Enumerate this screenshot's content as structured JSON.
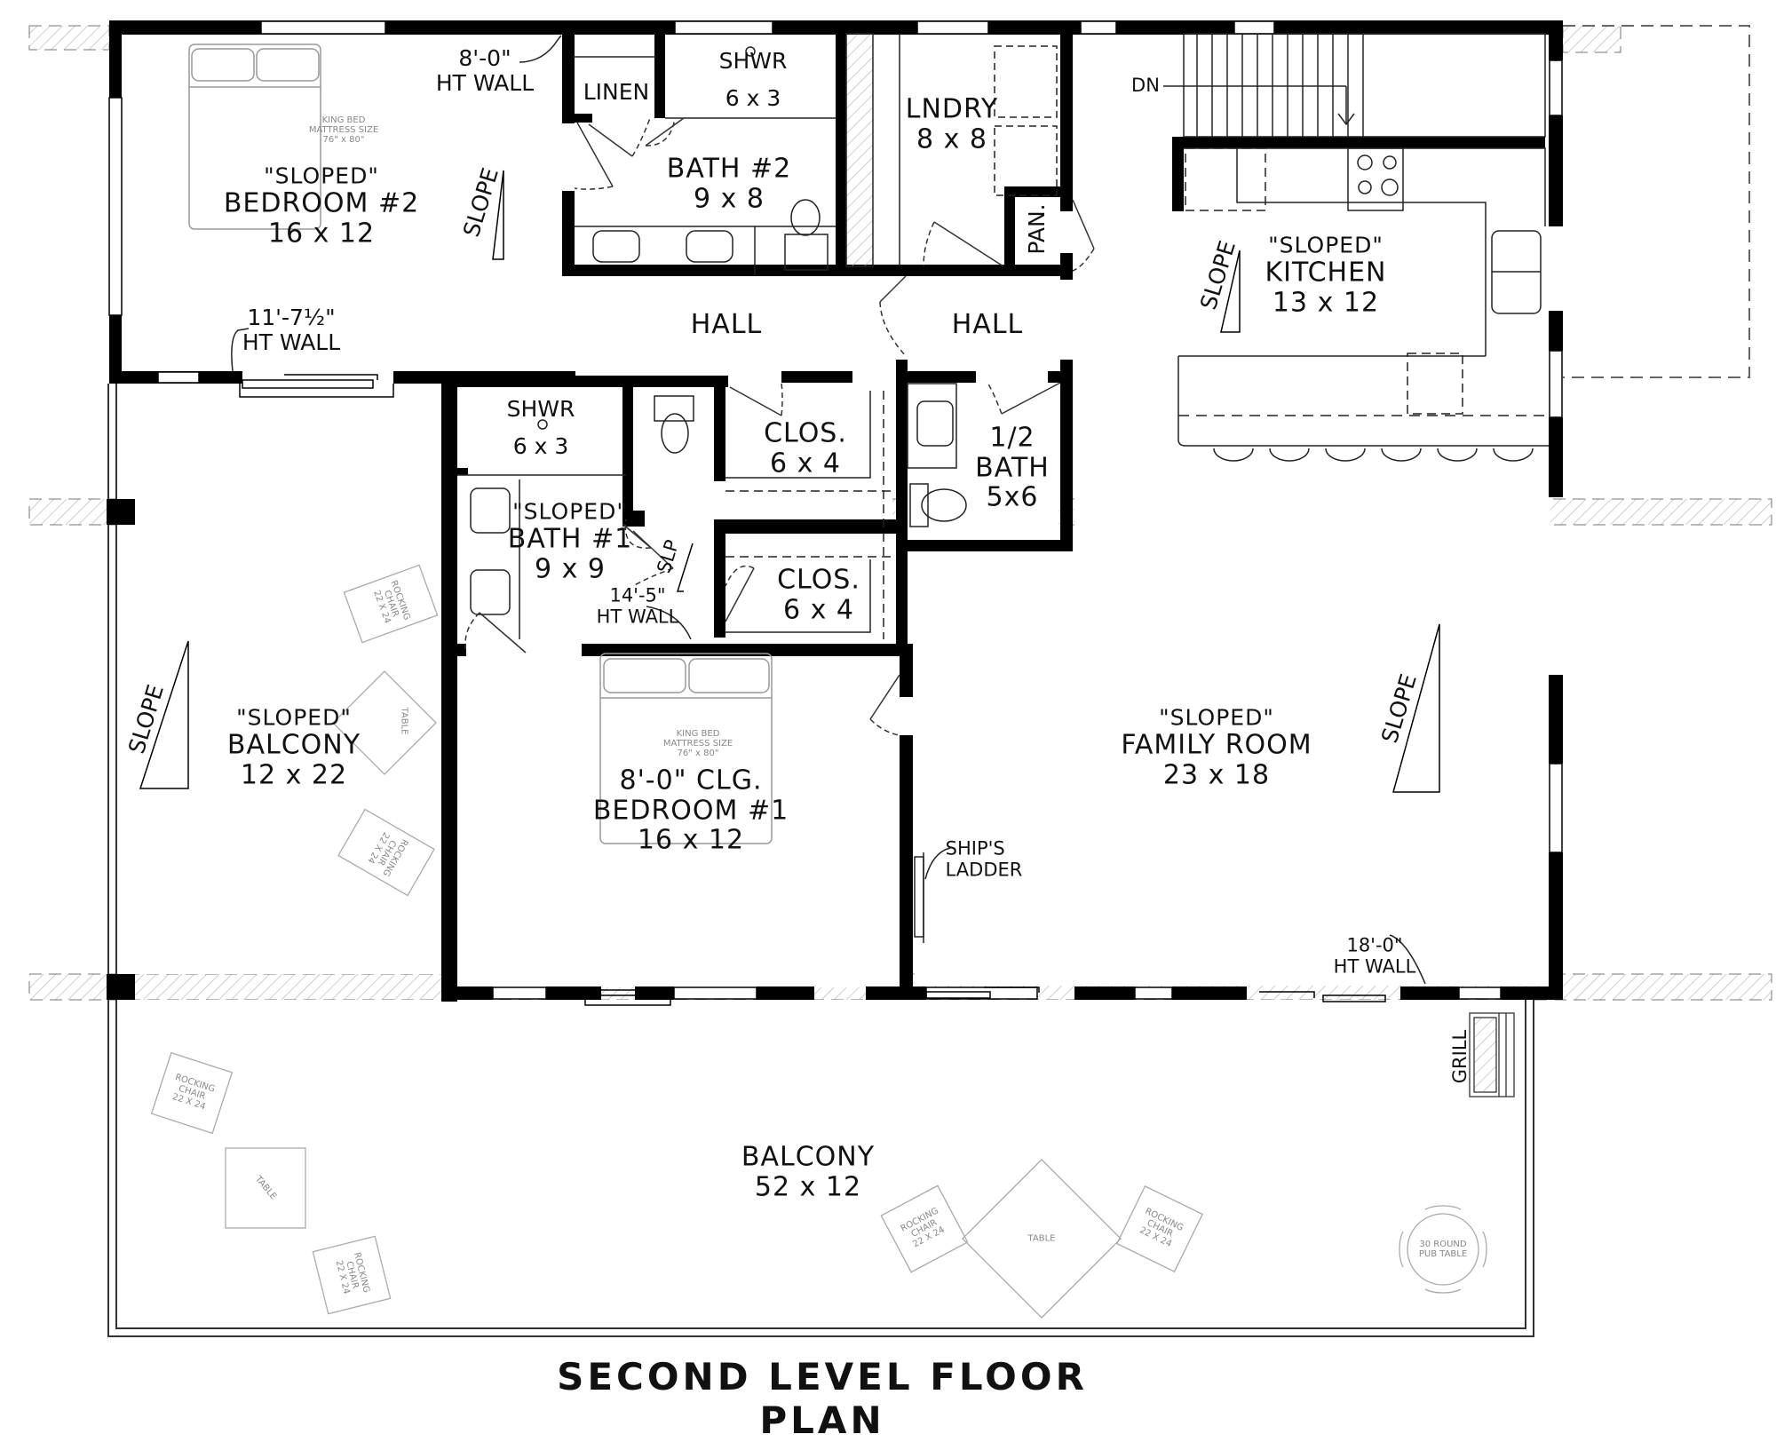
{
  "title": "SECOND LEVEL FLOOR PLAN",
  "colors": {
    "wall": "#000000",
    "line": "#333333",
    "furniture": "#999999",
    "hatch": "#aaaaaa",
    "background": "#ffffff"
  },
  "rooms": {
    "bedroom2": {
      "qualifier": "\"SLOPED\"",
      "name": "BEDROOM #2",
      "size": "16 x 12"
    },
    "linen": {
      "name": "LINEN"
    },
    "shower2": {
      "name": "SHWR",
      "size": "6 x 3"
    },
    "bath2": {
      "name": "BATH #2",
      "size": "9 x 8"
    },
    "laundry": {
      "name": "LNDRY",
      "size": "8 x 8"
    },
    "pantry": {
      "name": "PAN."
    },
    "kitchen": {
      "qualifier": "\"SLOPED\"",
      "name": "KITCHEN",
      "size": "13 x 12"
    },
    "hall1": {
      "name": "HALL"
    },
    "hall2": {
      "name": "HALL"
    },
    "shower1": {
      "name": "SHWR",
      "size": "6 x 3"
    },
    "bath1": {
      "qualifier": "\"SLOPED\"",
      "name": "BATH #1",
      "size": "9 x 9"
    },
    "closet1": {
      "name": "CLOS.",
      "size": "6 x 4"
    },
    "closet2": {
      "name": "CLOS.",
      "size": "6 x 4"
    },
    "half_bath": {
      "name1": "1/2",
      "name2": "BATH",
      "size": "5x6"
    },
    "balcony_side": {
      "qualifier": "\"SLOPED\"",
      "name": "BALCONY",
      "size": "12 x 22"
    },
    "bedroom1": {
      "qualifier": "8'-0\" CLG.",
      "name": "BEDROOM #1",
      "size": "16 x 12"
    },
    "family_room": {
      "qualifier": "\"SLOPED\"",
      "name": "FAMILY ROOM",
      "size": "23 x 18"
    },
    "balcony_main": {
      "name": "BALCONY",
      "size": "52 x 12"
    }
  },
  "annotations": {
    "bed2_wall_height": {
      "value": "8'-0\"",
      "label": "HT WALL"
    },
    "bed2_wall_height_2": {
      "value": "11'-7½\"",
      "label": "HT WALL"
    },
    "bath1_wall_height": {
      "value": "14'-5\"",
      "label": "HT WALL"
    },
    "family_wall_height": {
      "value": "18'-0\"",
      "label": "HT WALL"
    },
    "ships_ladder": {
      "line1": "SHIP'S",
      "line2": "LADDER"
    },
    "stairs": "DN",
    "slope": "SLOPE",
    "slp": "SLP",
    "grill": "GRILL"
  },
  "furniture": {
    "king_bed": {
      "line1": "KING BED",
      "line2": "MATTRESS SIZE",
      "line3": "76\" x 80\""
    },
    "rocking_chair": {
      "line1": "ROCKING",
      "line2": "CHAIR",
      "line3": "22 X 24"
    },
    "table": "TABLE",
    "pub_table": {
      "line1": "30 ROUND",
      "line2": "PUB TABLE"
    }
  }
}
